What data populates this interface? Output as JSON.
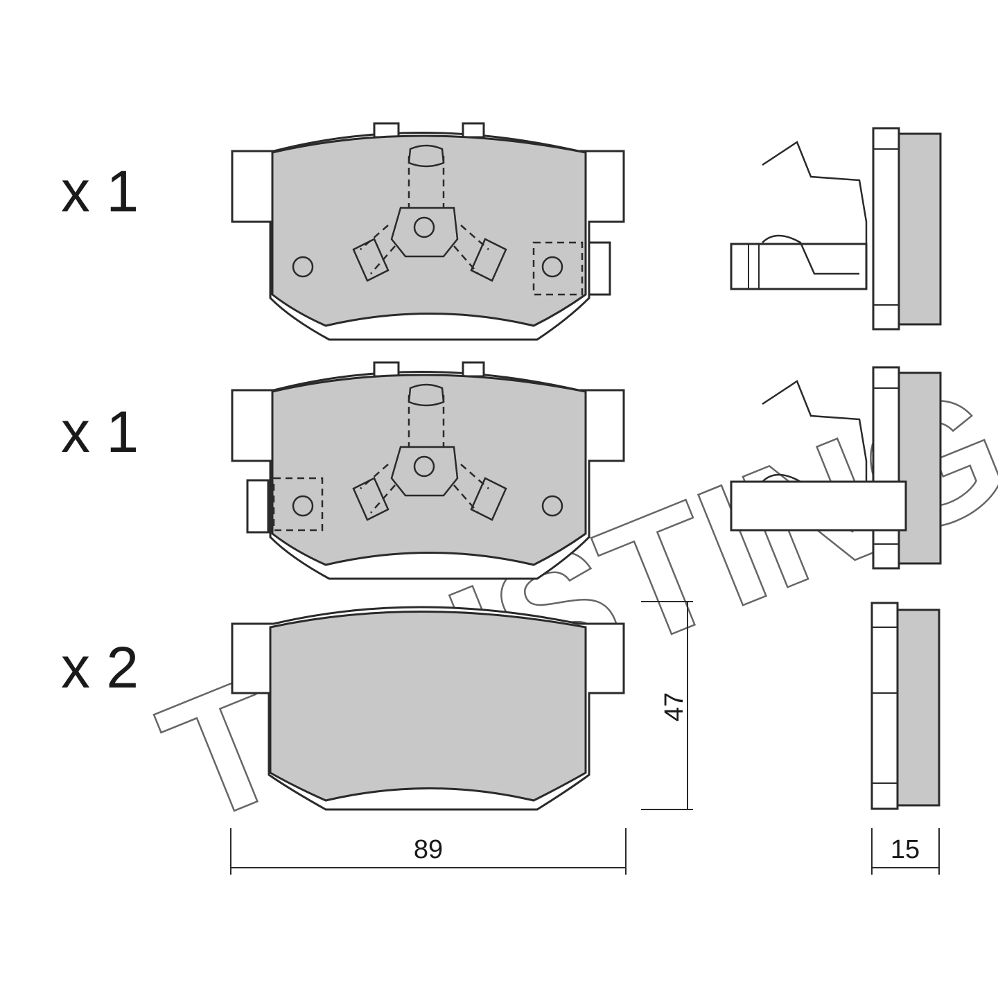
{
  "quantities": {
    "row1": "x 1",
    "row2": "x 1",
    "row3": "x 2"
  },
  "dimensions": {
    "width_mm": "89",
    "height_mm": "47",
    "thickness_mm": "15"
  },
  "watermark": "TRUSTING",
  "colors": {
    "pad_material": "#c8c8c8",
    "outline": "#2a2a2a",
    "background": "#ffffff"
  }
}
